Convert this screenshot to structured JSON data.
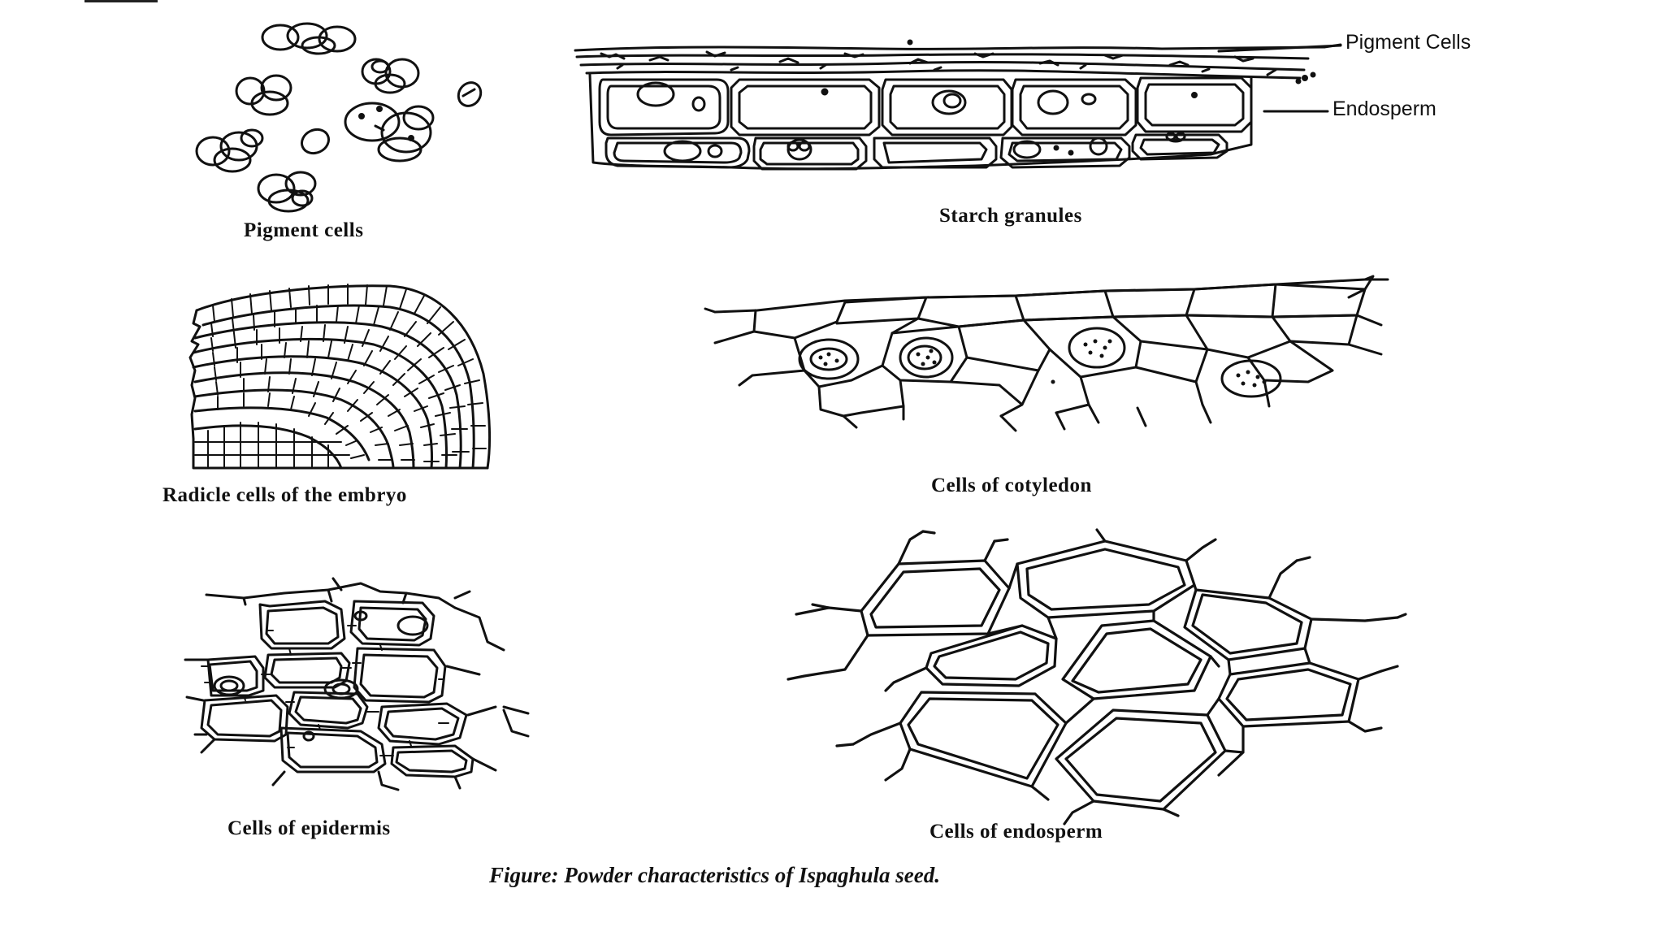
{
  "figure": {
    "caption": "Figure: Powder characteristics of Ispaghula seed."
  },
  "panels": {
    "pigment_cells": {
      "caption": "Pigment cells"
    },
    "starch_granules": {
      "caption": "Starch granules",
      "callouts": [
        "Pigment Cells",
        "Endosperm"
      ]
    },
    "radicle": {
      "caption": "Radicle cells of the embryo"
    },
    "cotyledon": {
      "caption": "Cells of cotyledon"
    },
    "epidermis": {
      "caption": "Cells of epidermis"
    },
    "endosperm": {
      "caption": "Cells of endosperm"
    }
  }
}
